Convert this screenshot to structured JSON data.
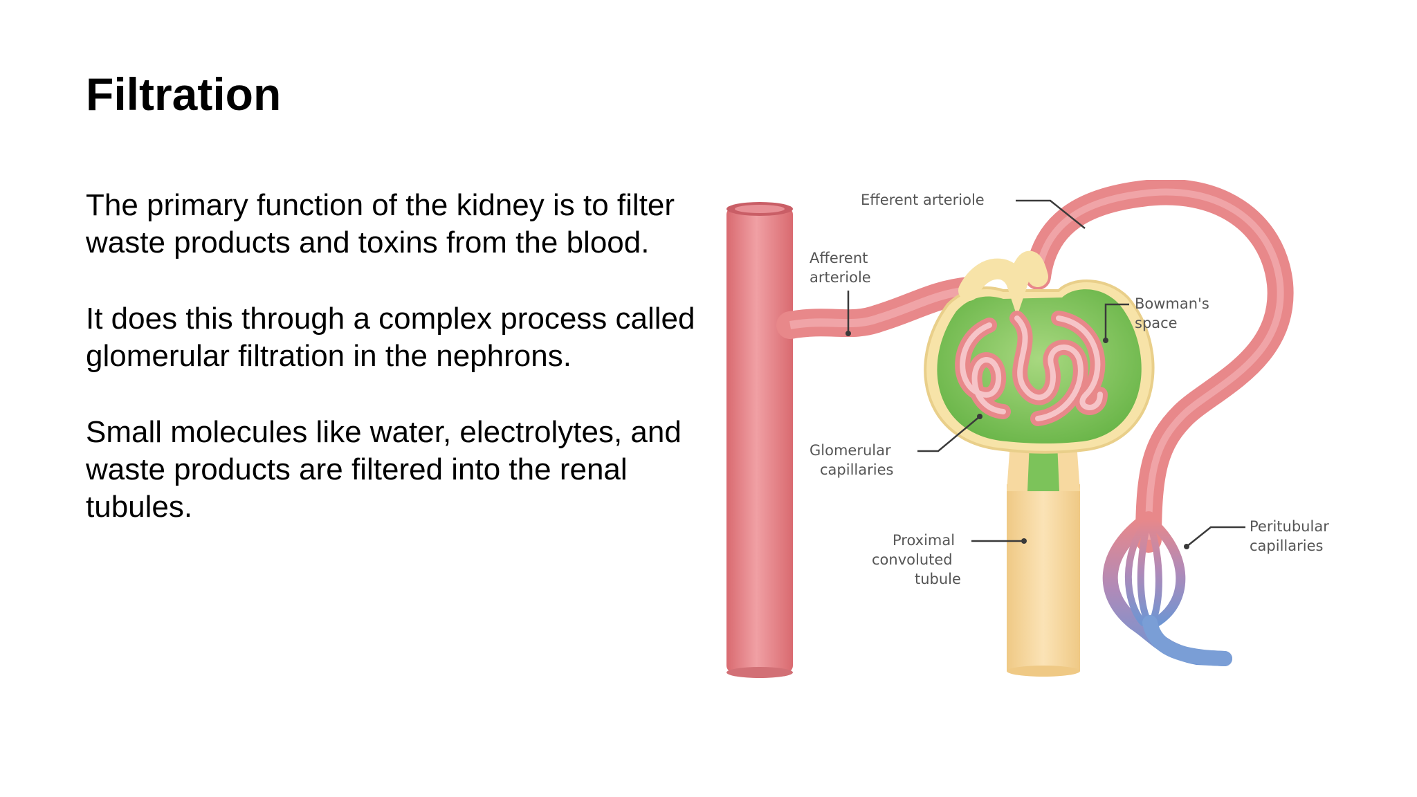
{
  "slide": {
    "title": "Filtration",
    "paragraphs": [
      "The primary function of the kidney is to filter waste products and toxins from the blood.",
      "It does this through a complex process called glomerular filtration in the nephrons.",
      "Small molecules like water, electrolytes, and waste products are filtered into the renal tubules."
    ]
  },
  "diagram": {
    "labels": {
      "efferent_arteriole": "Efferent arteriole",
      "afferent_arteriole": [
        "Afferent",
        "arteriole"
      ],
      "bowmans_space": [
        "Bowman's",
        "space"
      ],
      "glomerular_capillaries": [
        "Glomerular",
        "capillaries"
      ],
      "proximal_convoluted_tubule": [
        "Proximal",
        "convoluted",
        "tubule"
      ],
      "peritubular_capillaries": [
        "Peritubular",
        "capillaries"
      ]
    },
    "colors": {
      "artery": "#e8888a",
      "artery_dark": "#d96a70",
      "capsule_green": "#7cc35a",
      "capsule_light": "#c8e8a0",
      "tubule": "#f7d9a0",
      "vein_blue": "#7a9ed6",
      "capillary_pink": "#f2a9b0"
    }
  }
}
